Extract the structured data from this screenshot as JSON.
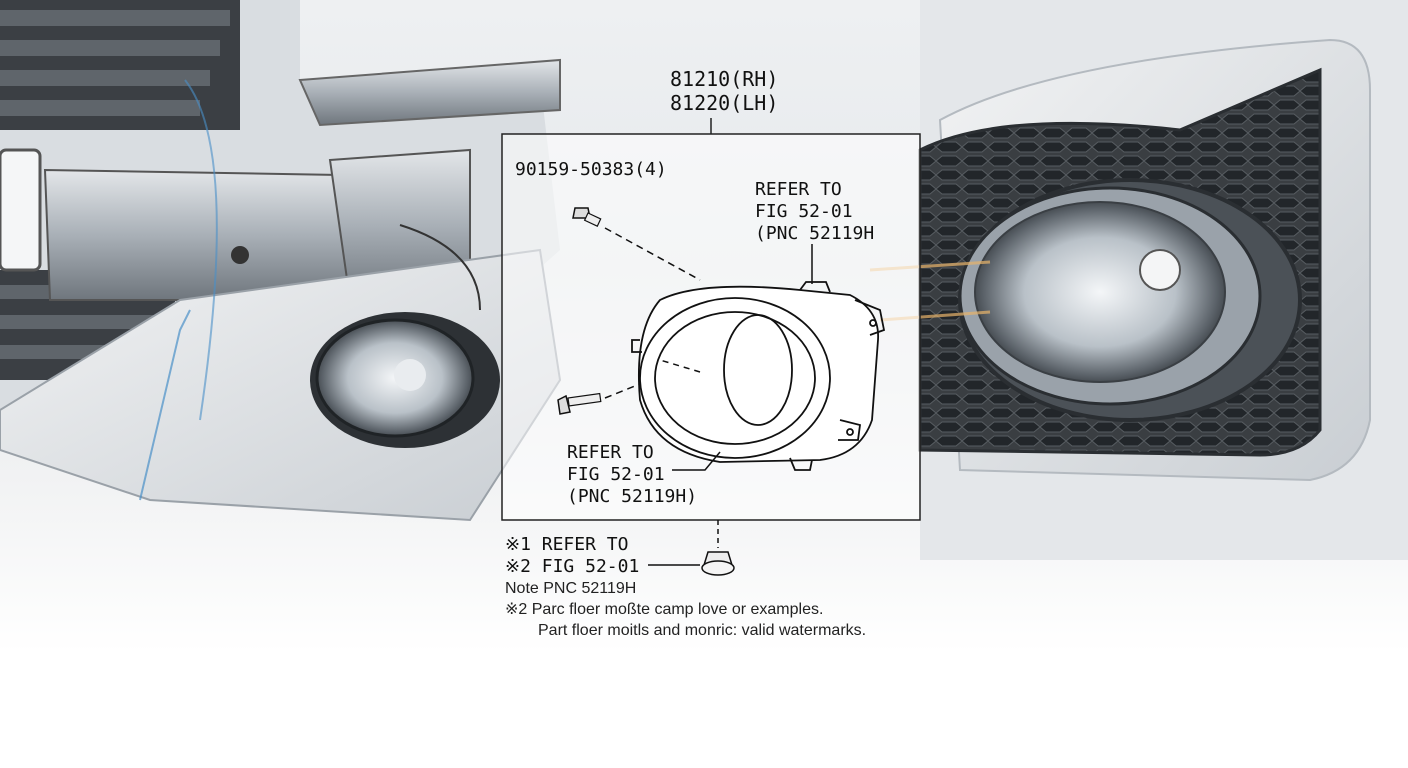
{
  "diagram": {
    "part_numbers": {
      "rh": "81210(RH)",
      "lh": "81220(LH)"
    },
    "screw_callout": "90159-50383(4)",
    "refer_top": [
      "REFER TO",
      "FIG 52-01",
      "(PNC 52119H"
    ],
    "refer_bottom": [
      "REFER TO",
      "FIG 52-01",
      "(PNC 52119H)"
    ],
    "footnote_marks": [
      "※1 REFER TO",
      "※2 FIG 52-01"
    ],
    "notes": {
      "line1": "Note PNC 52119H",
      "line2": "※2 Parc floer moßte camp love or examples.",
      "line3": "Part floer moitls and monric: valid watermarks."
    },
    "icons": [
      "bumper-illustration",
      "fog-lamp-housing",
      "screw",
      "clip-fastener"
    ],
    "colors": {
      "line": "#111111",
      "accent_blue": "#4a90c8",
      "accent_orange": "#e8b46a"
    }
  }
}
